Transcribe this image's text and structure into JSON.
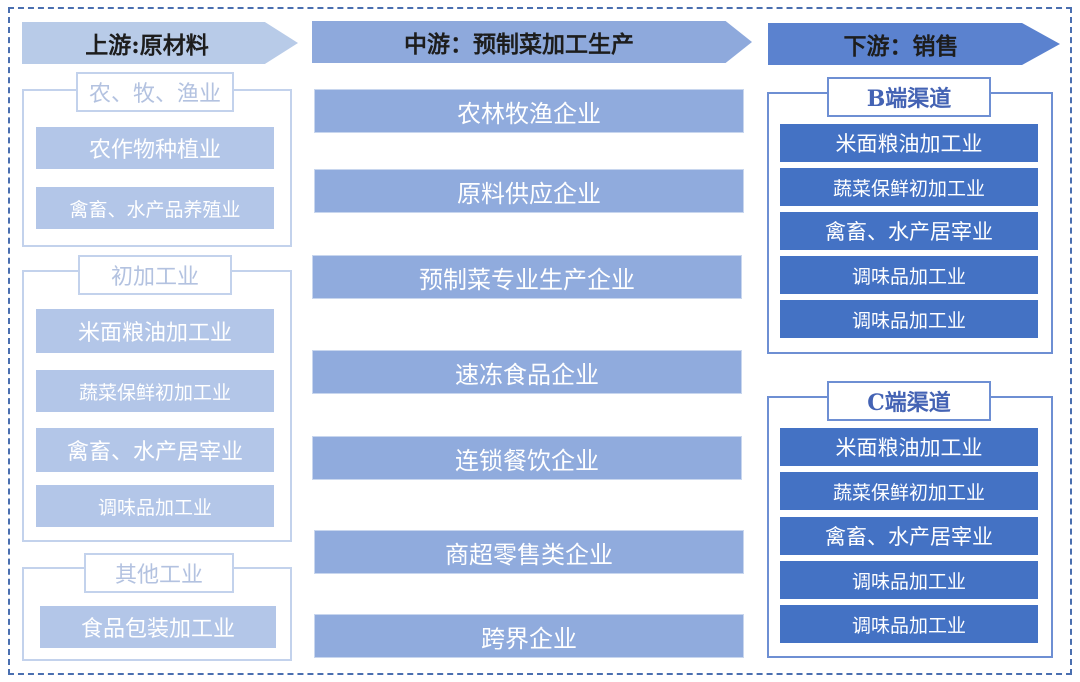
{
  "upstream": {
    "header": "上游:原材料",
    "groups": [
      {
        "label": "农、牧、渔业",
        "items": [
          "农作物种植业",
          "禽畜、水产品养殖业"
        ]
      },
      {
        "label": "初加工业",
        "items": [
          "米面粮油加工业",
          "蔬菜保鲜初加工业",
          "禽畜、水产居宰业",
          "调味品加工业"
        ]
      },
      {
        "label": "其他工业",
        "items": [
          "食品包装加工业"
        ]
      }
    ]
  },
  "midstream": {
    "header": "中游：预制菜加工生产",
    "items": [
      "农林牧渔企业",
      "原料供应企业",
      "预制菜专业生产企业",
      "速冻食品企业",
      "连锁餐饮企业",
      "商超零售类企业",
      "跨界企业"
    ]
  },
  "downstream": {
    "header": "下游：销售",
    "groups": [
      {
        "label": "B端渠道",
        "items": [
          "米面粮油加工业",
          "蔬菜保鲜初加工业",
          "禽畜、水产居宰业",
          "调味品加工业",
          "调味品加工业"
        ]
      },
      {
        "label": "C端渠道",
        "items": [
          "米面粮油加工业",
          "蔬菜保鲜初加工业",
          "禽畜、水产居宰业",
          "调味品加工业",
          "调味品加工业"
        ]
      }
    ]
  },
  "colors": {
    "upstream": "#b8cbe8",
    "midstream": "#8ea9dc",
    "downstream": "#4472c4",
    "frame": "#4a6fb0"
  }
}
